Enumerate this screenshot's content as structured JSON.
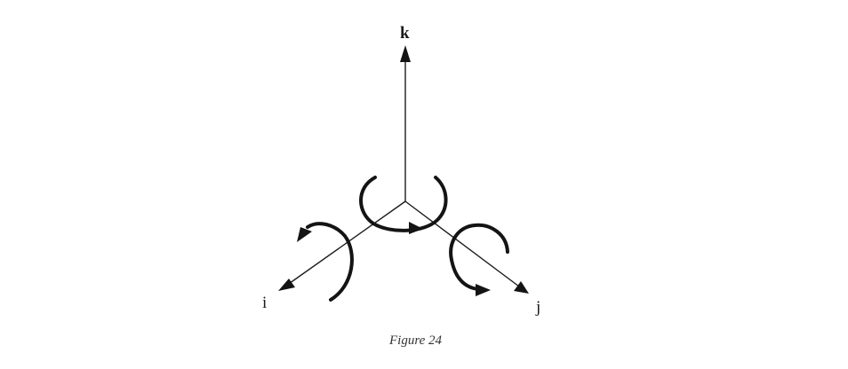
{
  "figure": {
    "axes": {
      "k": "k",
      "i": "i",
      "j": "j"
    },
    "caption": "Figure 24"
  }
}
